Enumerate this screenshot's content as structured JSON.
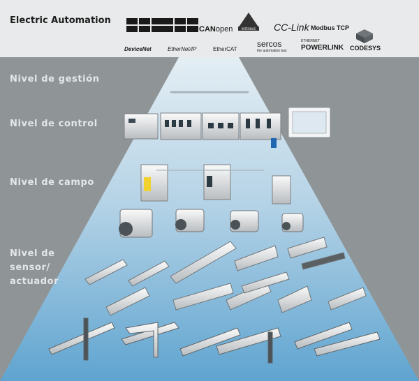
{
  "header": {
    "title": "Electric Automation",
    "logos": {
      "canopen_bold": "CAN",
      "canopen_light": "open",
      "interbus": "INTERBUS",
      "cclink": "CC-Link",
      "modbus": "Modbus TCP",
      "devicenet": "DeviceNet",
      "ethernetip": "EtherNet/IP",
      "ethercat": "EtherCAT",
      "sercos": "sercos",
      "sercos_sub": "the automation bus",
      "powerlink_top": "ETHERNET",
      "powerlink": "POWERLINK",
      "codesys": "CODESYS"
    }
  },
  "levels": [
    {
      "label": "Nivel de gestión"
    },
    {
      "label": "Nivel de control"
    },
    {
      "label": "Nivel de campo"
    },
    {
      "label": "Nivel de sensor/ actuador"
    }
  ],
  "colors": {
    "background": "#8f9496",
    "header": "#e9eaeb",
    "pyramid_top": "#e4eef4",
    "pyramid_bottom": "#5fa4d0",
    "level_divider": "#a6b6bf"
  }
}
